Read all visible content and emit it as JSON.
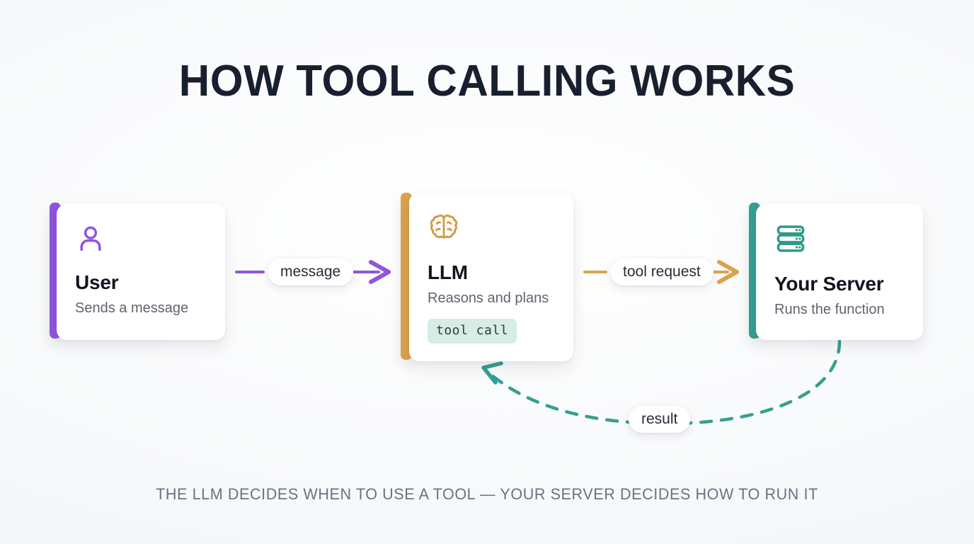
{
  "page": {
    "title": "HOW TOOL CALLING WORKS",
    "footer": "THE LLM DECIDES WHEN TO USE A TOOL — YOUR SERVER DECIDES HOW TO RUN IT",
    "background_color": "#f7f8fa",
    "title_color": "#181f2e",
    "footer_color": "#6b7280"
  },
  "nodes": [
    {
      "id": "user",
      "title": "User",
      "subtitle": "Sends a message",
      "icon": "person-icon",
      "accent_color": "#8f55dd"
    },
    {
      "id": "llm",
      "title": "LLM",
      "subtitle": "Reasons and plans",
      "icon": "brain-icon",
      "accent_color": "#dba24c",
      "chip": "tool call",
      "chip_background": "#d6ece4",
      "chip_text_color": "#2f3b42"
    },
    {
      "id": "server",
      "title": "Your Server",
      "subtitle": "Runs the function",
      "icon": "server-icon",
      "accent_color": "#34a090"
    }
  ],
  "connectors": [
    {
      "id": "message",
      "label": "message",
      "from": "user",
      "to": "llm",
      "color": "#8f55dd",
      "style": "solid",
      "arrow": "forward"
    },
    {
      "id": "tool-request",
      "label": "tool request",
      "from": "llm",
      "to": "server",
      "color": "#dba24c",
      "style": "solid",
      "arrow": "forward"
    },
    {
      "id": "result",
      "label": "result",
      "from": "server",
      "to": "llm",
      "color": "#34a090",
      "style": "dashed",
      "arrow": "backward"
    }
  ]
}
